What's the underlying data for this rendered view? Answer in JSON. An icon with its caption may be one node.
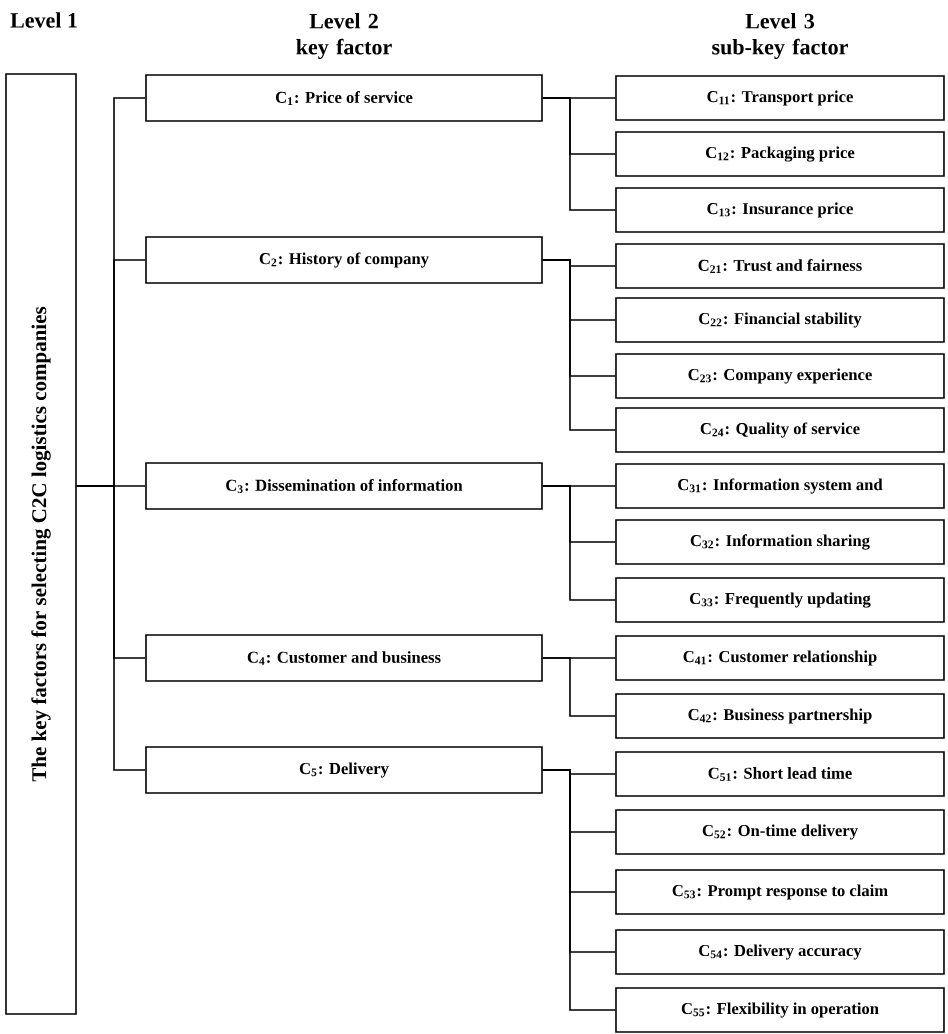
{
  "diagram": {
    "nodes": [
      {
        "text": [
          "The key factors for selecting C2C logistics companies"
        ]
      },
      {
        "text": [
          "C$_{1}$: Price of service"
        ]
      },
      {
        "text": [
          "C$_{2}$: History of company"
        ]
      },
      {
        "text": [
          "C$_{3}$: Dissemination of information"
        ]
      },
      {
        "text": [
          "C$_{4}$: Customer and business"
        ]
      },
      {
        "text": [
          "C$_{5}$: Delivery"
        ]
      },
      {
        "text": [
          "C$_{11}$: Transport price"
        ]
      },
      {
        "text": [
          "C$_{12}$: Packaging price"
        ]
      },
      {
        "text": [
          "C$_{13}$: Insurance price"
        ]
      },
      {
        "text": [
          "C$_{21}$: Trust and fairness"
        ]
      },
      {
        "text": [
          "C$_{22}$: Financial stability"
        ]
      },
      {
        "text": [
          "C$_{23}$: Company experience"
        ]
      },
      {
        "text": [
          "C$_{24}$: Quality of service"
        ]
      },
      {
        "text": [
          "C$_{31}$: Information system and"
        ]
      },
      {
        "text": [
          "C$_{32}$: Information sharing"
        ]
      },
      {
        "text": [
          "C$_{33}$: Frequently updating"
        ]
      },
      {
        "text": [
          "C$_{41}$: Customer relationship"
        ]
      },
      {
        "text": [
          "C$_{42}$: Business partnership"
        ]
      },
      {
        "text": [
          "C$_{51}$: Short lead time"
        ]
      },
      {
        "text": [
          "C$_{52}$: On-time delivery"
        ]
      },
      {
        "text": [
          "C$_{53}$: Prompt response to claim"
        ]
      },
      {
        "text": [
          "C$_{54}$: Delivery accuracy"
        ]
      },
      {
        "text": [
          "C$_{55}$: Flexibility in operation"
        ]
      }
    ],
    "edges": [
      {
        "from": 0,
        "to": 1,
        "arrow": "none"
      },
      {
        "from": 0,
        "to": 2,
        "arrow": "none"
      },
      {
        "from": 0,
        "to": 3,
        "arrow": "none"
      },
      {
        "from": 0,
        "to": 4,
        "arrow": "none"
      },
      {
        "from": 0,
        "to": 5,
        "arrow": "none"
      },
      {
        "from": 1,
        "to": 6,
        "arrow": "none"
      },
      {
        "from": 1,
        "to": 7,
        "arrow": "none"
      },
      {
        "from": 1,
        "to": 8,
        "arrow": "none"
      },
      {
        "from": 2,
        "to": 9,
        "arrow": "none"
      },
      {
        "from": 2,
        "to": 10,
        "arrow": "none"
      },
      {
        "from": 2,
        "to": 11,
        "arrow": "none"
      },
      {
        "from": 2,
        "to": 12,
        "arrow": "none"
      },
      {
        "from": 3,
        "to": 13,
        "arrow": "none"
      },
      {
        "from": 3,
        "to": 14,
        "arrow": "none"
      },
      {
        "from": 3,
        "to": 15,
        "arrow": "none"
      },
      {
        "from": 4,
        "to": 16,
        "arrow": "none"
      },
      {
        "from": 4,
        "to": 17,
        "arrow": "none"
      },
      {
        "from": 5,
        "to": 18,
        "arrow": "none"
      },
      {
        "from": 5,
        "to": 19,
        "arrow": "none"
      },
      {
        "from": 5,
        "to": 20,
        "arrow": "none"
      },
      {
        "from": 5,
        "to": 21,
        "arrow": "none"
      },
      {
        "from": 5,
        "to": 22,
        "arrow": "none"
      }
    ],
    "labels": [
      "Level 1",
      "Level 2 key factor",
      "Level 3 sub-key factor"
    ]
  }
}
